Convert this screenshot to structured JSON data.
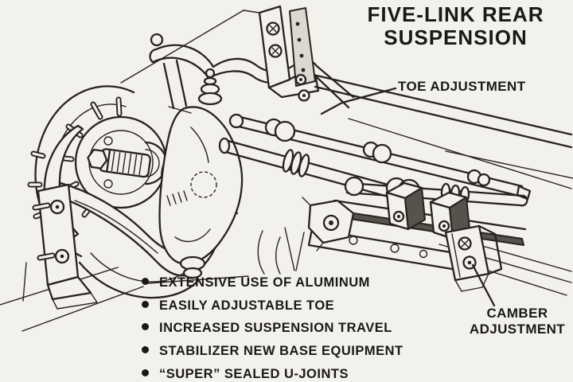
{
  "title": {
    "line1": "FIVE-LINK REAR",
    "line2": "SUSPENSION"
  },
  "callouts": {
    "toe": "TOE ADJUSTMENT",
    "camber_line1": "CAMBER",
    "camber_line2": "ADJUSTMENT"
  },
  "features": [
    "EXTENSIVE USE OF ALUMINUM",
    "EASILY ADJUSTABLE TOE",
    "INCREASED SUSPENSION TRAVEL",
    "STABILIZER NEW BASE EQUIPMENT",
    "“SUPER” SEALED U-JOINTS"
  ],
  "colors": {
    "paper": "#f3f1ec",
    "ink": "#262320"
  }
}
